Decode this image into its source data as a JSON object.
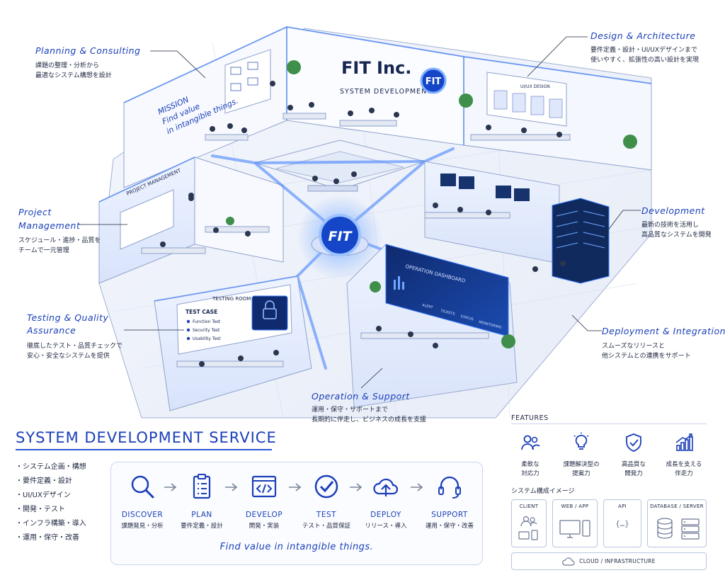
{
  "company": {
    "name": "FIT Inc.",
    "subtitle": "SYSTEM DEVELOPMENT",
    "logo_text": "FIT"
  },
  "hub": {
    "logo_text": "FIT"
  },
  "mission": {
    "title": "MISSION",
    "line1": "Find value",
    "line2": "in intangible things."
  },
  "room_signs": {
    "uiux": "UI/UX DESIGN",
    "project": "PROJECT MANAGEMENT",
    "testing": "TESTING ROOM",
    "test_case": {
      "title": "TEST CASE",
      "items": [
        "Function Test",
        "Security Test",
        "Usability Test"
      ]
    },
    "dashboard": {
      "title": "OPERATION DASHBOARD",
      "tabs": [
        "ALERT",
        "TICKETS",
        "STATUS",
        "MONITORING"
      ]
    }
  },
  "callouts": [
    {
      "title": "Planning & Consulting",
      "desc": [
        "課題の整理・分析から",
        "最適なシステム構想を設計"
      ]
    },
    {
      "title": "Design & Architecture",
      "desc": [
        "要件定義・設計・UI/UXデザインまで",
        "使いやすく、拡張性の高い設計を実現"
      ]
    },
    {
      "title": "Project Management",
      "title2": "Management",
      "title1": "Project",
      "desc": [
        "スケジュール・進捗・品質を",
        "チームで一元管理"
      ]
    },
    {
      "title": "Development",
      "desc": [
        "最新の技術を活用し",
        "高品質なシステムを開発"
      ]
    },
    {
      "title1": "Testing & Quality",
      "title2": "Assurance",
      "desc": [
        "徹底したテスト・品質チェックで",
        "安心・安全なシステムを提供"
      ]
    },
    {
      "title": "Deployment & Integration",
      "desc": [
        "スムーズなリリースと",
        "他システムとの連携をサポート"
      ]
    },
    {
      "title": "Operation & Support",
      "desc": [
        "運用・保守・サポートまで",
        "長期的に伴走し、ビジネスの成長を支援"
      ]
    }
  ],
  "service": {
    "title": "SYSTEM DEVELOPMENT SERVICE",
    "list": [
      "システム企画・構想",
      "要件定義・設計",
      "UI/UXデザイン",
      "開発・テスト",
      "インフラ構築・導入",
      "運用・保守・改善"
    ]
  },
  "flow": {
    "steps": [
      {
        "label": "DISCOVER",
        "sub": "課題発見・分析",
        "icon": "search-icon"
      },
      {
        "label": "PLAN",
        "sub": "要件定義・設計",
        "icon": "clipboard-icon"
      },
      {
        "label": "DEVELOP",
        "sub": "開発・実装",
        "icon": "code-window-icon"
      },
      {
        "label": "TEST",
        "sub": "テスト・品質保証",
        "icon": "check-circle-icon"
      },
      {
        "label": "DEPLOY",
        "sub": "リリース・導入",
        "icon": "cloud-upload-icon"
      },
      {
        "label": "SUPPORT",
        "sub": "運用・保守・改善",
        "icon": "headset-icon"
      }
    ],
    "tagline": "Find value in intangible things."
  },
  "features": {
    "title": "FEATURES",
    "items": [
      {
        "line1": "柔軟な",
        "line2": "対応力",
        "icon": "people-icon"
      },
      {
        "line1": "課題解決型の",
        "line2": "提案力",
        "icon": "lightbulb-icon"
      },
      {
        "line1": "高品質な",
        "line2": "開発力",
        "icon": "shield-check-icon"
      },
      {
        "line1": "成長を支える",
        "line2": "伴走力",
        "icon": "growth-chart-icon"
      }
    ]
  },
  "system": {
    "title": "システム構成イメージ",
    "boxes": [
      {
        "label": "CLIENT",
        "icon": "users-devices-icon"
      },
      {
        "label": "WEB / APP",
        "icon": "monitor-phone-icon"
      },
      {
        "label": "API",
        "icon": "braces-icon",
        "glyph": "{…}"
      },
      {
        "label": "DATABASE / SERVER",
        "icon": "database-server-icon"
      }
    ],
    "cloud": "CLOUD / INFRASTRUCTURE"
  },
  "colors": {
    "accent": "#1a3fb8",
    "glow": "#3a7bff",
    "ink": "#1e2740",
    "hub": "#1546c8"
  }
}
